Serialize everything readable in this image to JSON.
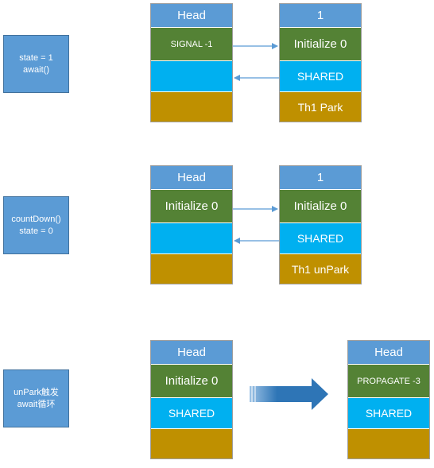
{
  "labels": {
    "row1": {
      "line1": "state = 1",
      "line2": "await()"
    },
    "row2": {
      "line1": "countDown()",
      "line2": "state = 0"
    },
    "row3": {
      "line1": "unPark触发",
      "line2": "await循环"
    }
  },
  "row1": {
    "left": {
      "head": "Head",
      "status": "SIGNAL -1",
      "mode": "",
      "thread": ""
    },
    "right": {
      "head": "1",
      "status": "Initialize 0",
      "mode": "SHARED",
      "thread": "Th1 Park"
    }
  },
  "row2": {
    "left": {
      "head": "Head",
      "status": "Initialize 0",
      "mode": "",
      "thread": ""
    },
    "right": {
      "head": "1",
      "status": "Initialize 0",
      "mode": "SHARED",
      "thread": "Th1 unPark"
    }
  },
  "row3": {
    "left": {
      "head": "Head",
      "status": "Initialize 0",
      "mode": "SHARED",
      "thread": ""
    },
    "right": {
      "head": "Head",
      "status": "PROPAGATE -3",
      "mode": "SHARED",
      "thread": ""
    }
  },
  "colors": {
    "head": "#5b9bd5",
    "status": "#548235",
    "mode": "#00b0f0",
    "thread": "#bf9000",
    "arrow": "#5b9bd5",
    "big_arrow": "#2e75b6"
  }
}
